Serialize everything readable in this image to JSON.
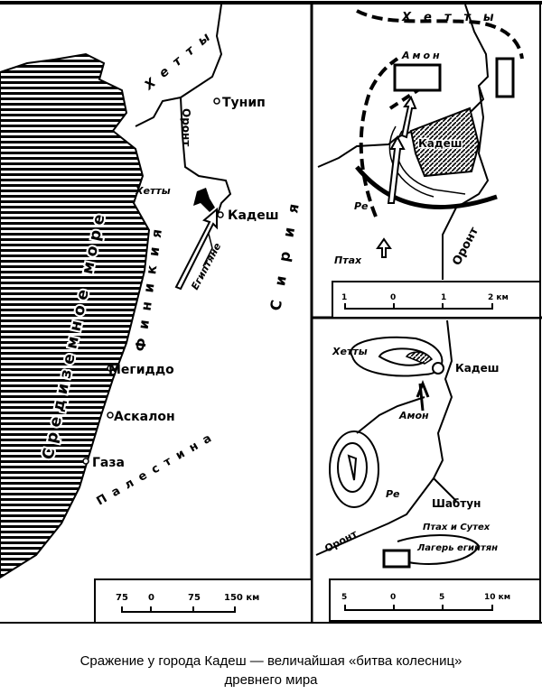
{
  "overview_map": {
    "sea": "Средиземное море",
    "regions": [
      "Хетты",
      "Финикия",
      "Сирия",
      "Палестина"
    ],
    "river": "Оронт",
    "cities": [
      "Тунип",
      "Кадеш",
      "Мегиддо",
      "Аскалон",
      "Газа"
    ],
    "armies": [
      "Хетты",
      "Египтяне"
    ],
    "scale": {
      "ticks": [
        "75",
        "0",
        "75",
        "150 км"
      ]
    }
  },
  "battle_detail_map": {
    "enemy": "Хетты",
    "divisions": [
      "Амон",
      "Ре",
      "Птах"
    ],
    "city": "Кадеш",
    "river": "Оронт",
    "scale": {
      "ticks": [
        "1",
        "0",
        "1",
        "2 км"
      ]
    }
  },
  "approach_map": {
    "enemy": "Хетты",
    "city": "Кадеш",
    "divisions": [
      "Амон",
      "Ре",
      "Птах и Сутех"
    ],
    "town": "Шабтун",
    "river": "Оронт",
    "camp": "Лагерь египтян",
    "scale": {
      "ticks": [
        "5",
        "0",
        "5",
        "10 км"
      ]
    }
  },
  "caption": {
    "line1": "Сражение у города Кадеш — величайшая «битва колесниц»",
    "line2": "древнего мира"
  }
}
